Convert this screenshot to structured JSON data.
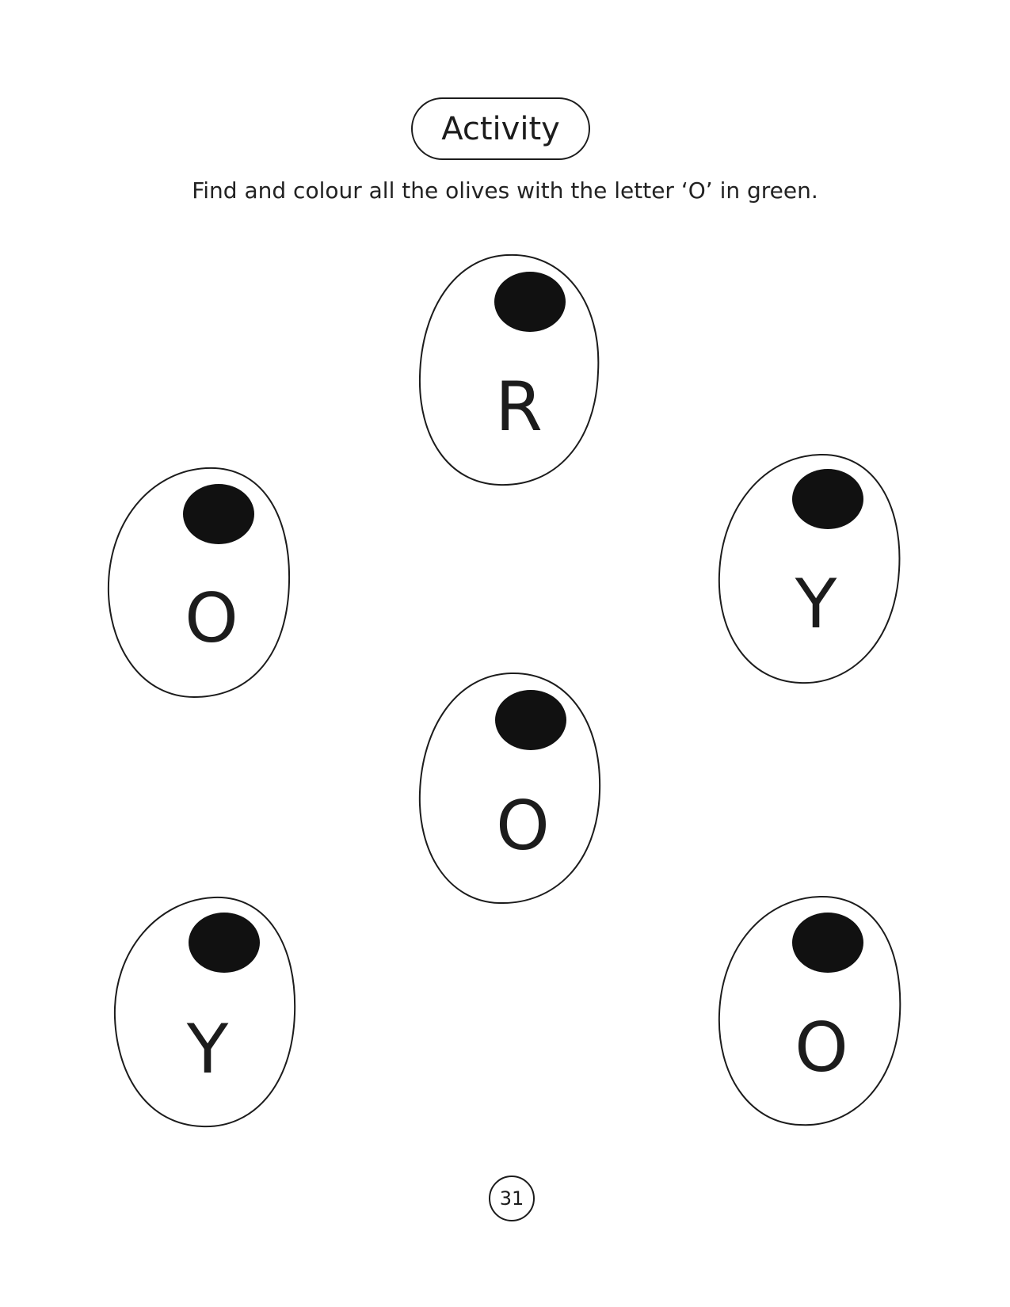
{
  "header": {
    "title": "Activity",
    "instruction": "Find and colour all the olives with the letter ‘O’ in green."
  },
  "olives": [
    {
      "letter": "R"
    },
    {
      "letter": "O"
    },
    {
      "letter": "Y"
    },
    {
      "letter": "O"
    },
    {
      "letter": "Y"
    },
    {
      "letter": "O"
    }
  ],
  "footer": {
    "page_number": "31"
  }
}
